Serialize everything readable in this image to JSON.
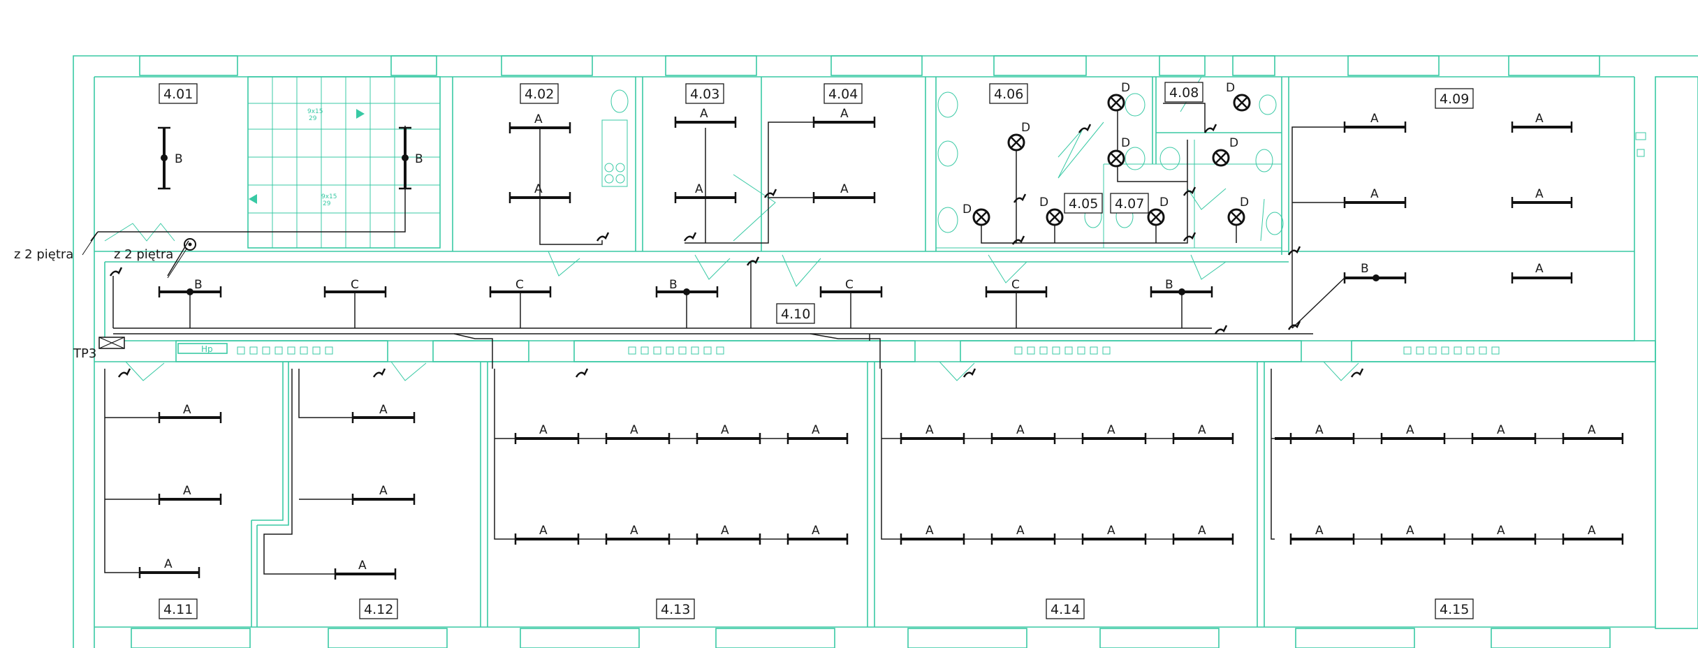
{
  "rooms": [
    "4.01",
    "4.02",
    "4.03",
    "4.04",
    "4.05",
    "4.06",
    "4.07",
    "4.08",
    "4.09",
    "4.10",
    "4.11",
    "4.12",
    "4.13",
    "4.14",
    "4.15"
  ],
  "lamp_types": {
    "A": "A",
    "B": "B",
    "C": "C",
    "D": "D"
  },
  "annotations": {
    "from_floor_left": "z 2 piętra",
    "from_floor_right": "z 2 piętra",
    "panel": "TP3",
    "heater": "Hp",
    "stair_up": "9x15\n29",
    "stair_down": "9x15\n29"
  },
  "colors": {
    "walls": "#38c9a4",
    "wiring": "#1a1a1a"
  }
}
